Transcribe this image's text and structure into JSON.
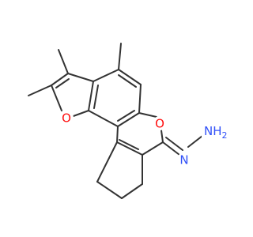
{
  "structure": {
    "atoms": {
      "o_furan": {
        "symbol": "O",
        "color": "#ff0d0d"
      },
      "o_pyran": {
        "symbol": "O",
        "color": "#ff0d0d"
      },
      "n_imine": {
        "symbol": "N",
        "color": "#3050f8"
      },
      "nh2": {
        "symbol": "NH",
        "subscript": "2",
        "color": "#3050f8"
      }
    },
    "bond_color": "#333333"
  }
}
